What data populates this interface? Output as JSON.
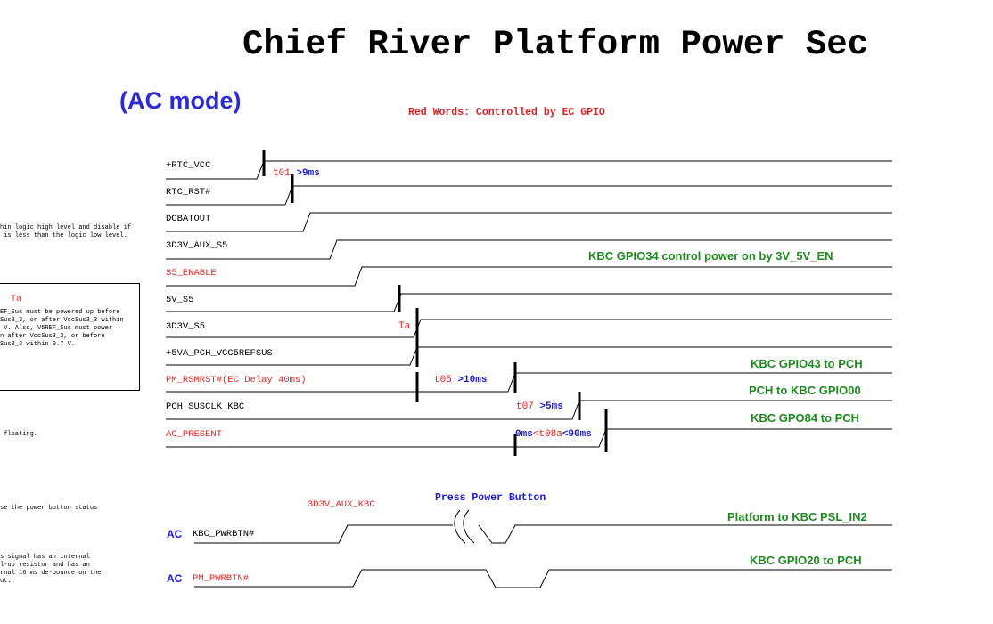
{
  "title": "Chief River Platform Power Sec",
  "mode_label": "(AC mode)",
  "legend": "Red Words: Controlled by EC GPIO",
  "signals": {
    "rtc_vcc": "+RTC_VCC",
    "rtc_rst": "RTC_RST#",
    "dcbatout": "DCBATOUT",
    "aux_s5": "3D3V_AUX_S5",
    "s5_enable": "S5_ENABLE",
    "v5_s5": "5V_S5",
    "v3d3_s5": "3D3V_S5",
    "vcc5refsus": "+5VA_PCH_VCC5REFSUS",
    "pm_rsmrst": "PM_RSMRST#(EC Delay 40ms)",
    "pch_susclk": "PCH_SUSCLK_KBC",
    "ac_present": "AC_PRESENT",
    "kbc_pwrbtn": "KBC_PWRBTN#",
    "pm_pwrbtn": "PM_PWRBTN#",
    "aux_kbc": "3D3V_AUX_KBC"
  },
  "green_labels": {
    "gpio34": "KBC GPIO34 control power on by 3V_5V_EN",
    "gpio43": "KBC GPIO43 to PCH",
    "gpio00": "PCH to KBC GPIO00",
    "gpo84": "KBC GPO84 to PCH",
    "psl_in2": "Platform to KBC PSL_IN2",
    "gpio20": "KBC GPIO20 to PCH"
  },
  "timings": {
    "t01_name": "t01",
    "t01_value": ">9ms",
    "ta": "Ta",
    "t05_name": "t05",
    "t05_value": ">10ms",
    "t07_name": "t07",
    "t07_value": ">5ms",
    "t08a_pre": "0ms",
    "t08a_lt1": "<",
    "t08a_name": "t08a",
    "t08a_post": "<90ms"
  },
  "ac_tag": "AC",
  "press_button": "Press Power Button",
  "notes": {
    "n1_line1": "hin logic high level and disable if",
    "n1_line2": " is less than the logic low level.",
    "box_title": "Ta",
    "box_line1": "EF_Sus must be powered up before",
    "box_line2": "Sus3_3, or after VccSus3_3 within",
    "box_line3": " V. Also, V5REF_Sus must power",
    "box_line4": "n after VccSus3_3, or before",
    "box_line5": "Sus3_3 within 0.7 V.",
    "floating": " floating.",
    "pb_line1": "se the power button status",
    "pb_line2": "s signal has an internal",
    "pb_line3": "l-up resistor and has an",
    "pb_line4": "rnal 16 ms de-bounce on the",
    "pb_line5": "ut."
  },
  "colors": {
    "red": "#e32020",
    "blue": "#1a1ad6",
    "green": "#1f8a1f",
    "black": "#000000"
  }
}
